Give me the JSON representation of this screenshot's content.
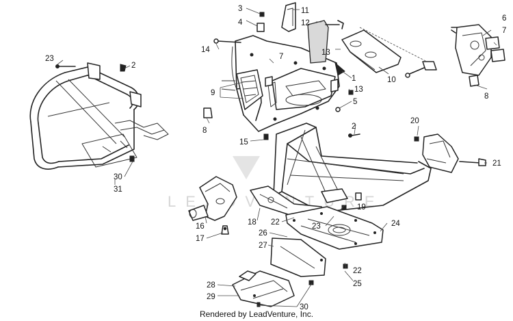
{
  "credit": "Rendered by LeadVenture, Inc.",
  "watermark_text": "LEADVENTURE",
  "callouts": {
    "c1": "1",
    "c2a": "2",
    "c2b": "2",
    "c3": "3",
    "c4": "4",
    "c5": "5",
    "c6": "6",
    "c7a": "7",
    "c7b": "7",
    "c8a": "8",
    "c8b": "8",
    "c9": "9",
    "c10": "10",
    "c11": "11",
    "c12": "12",
    "c13a": "13",
    "c13b": "13",
    "c14": "14",
    "c15": "15",
    "c16": "16",
    "c17": "17",
    "c18": "18",
    "c19": "19",
    "c20": "20",
    "c21": "21",
    "c22a": "22",
    "c22b": "22",
    "c23a": "23",
    "c23b": "23",
    "c24": "24",
    "c25": "25",
    "c26": "26",
    "c27": "27",
    "c28": "28",
    "c29": "29",
    "c30a": "30",
    "c30b": "30",
    "c31": "31"
  }
}
